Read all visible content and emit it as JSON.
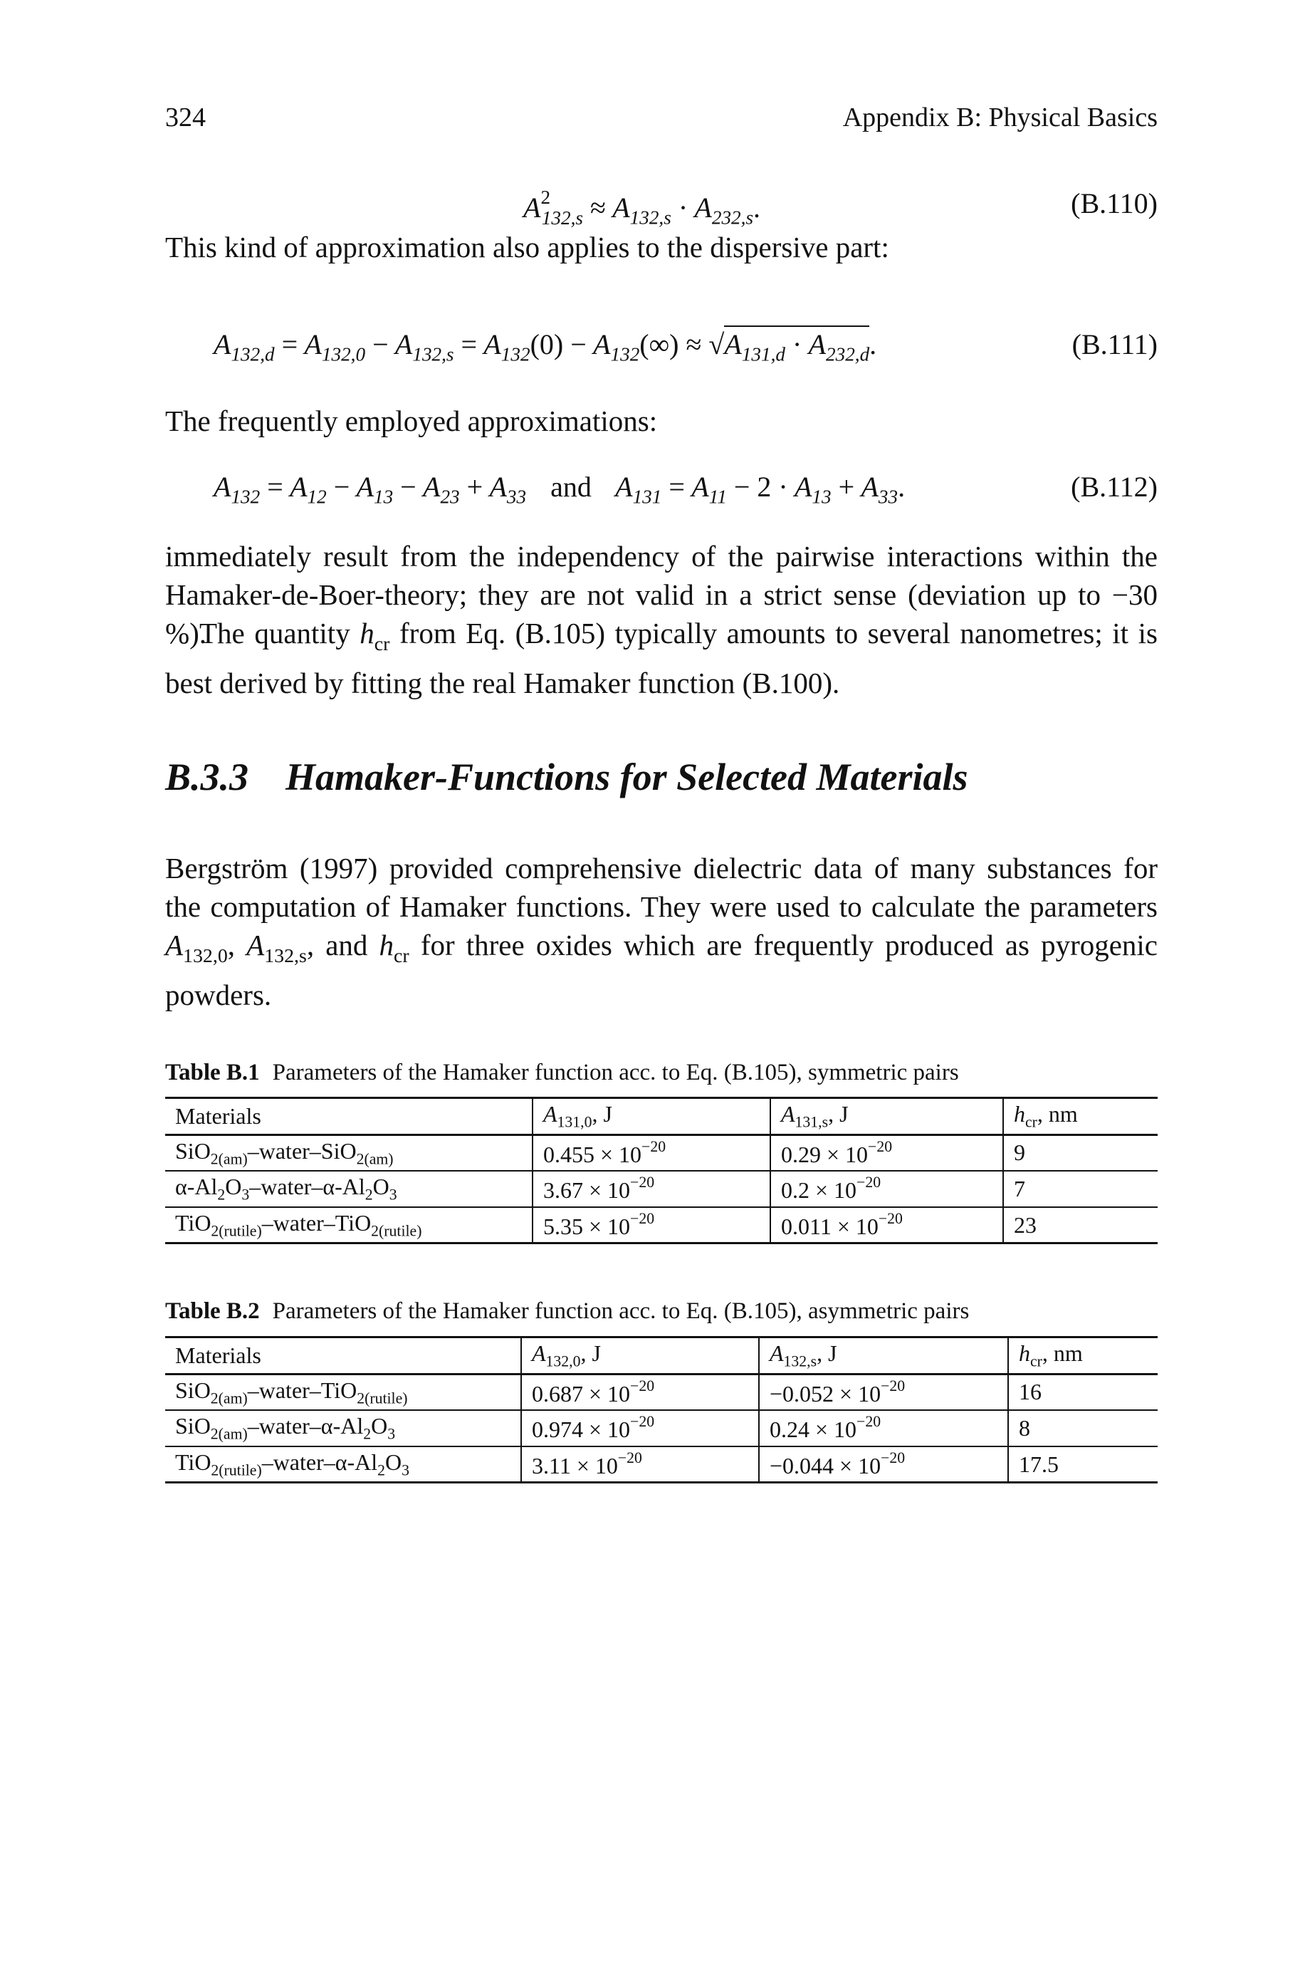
{
  "header": {
    "page_number": "324",
    "running_title": "Appendix B: Physical Basics"
  },
  "equations": {
    "b110": {
      "lhs": "A",
      "lhs_sup": "2",
      "lhs_sub": "132,s",
      "rel": "≈",
      "t1": "A",
      "t1_sub": "132,s",
      "dot": "·",
      "t2": "A",
      "t2_sub": "232,s",
      "end": ".",
      "label": "(B.110)"
    },
    "b111": {
      "a": "A",
      "a_sub": "132,d",
      "eq1": "=",
      "b": "A",
      "b_sub": "132,0",
      "minus1": "−",
      "c": "A",
      "c_sub": "132,s",
      "eq2": "=",
      "d": "A",
      "d_sub": "132",
      "d_arg": "(0)",
      "minus2": "−",
      "e": "A",
      "e_sub": "132",
      "e_arg": "(∞)",
      "approx": "≈",
      "root": "√",
      "f": "A",
      "f_sub": "131,d",
      "dot": "·",
      "g": "A",
      "g_sub": "232,d",
      "end": ".",
      "label": "(B.111)"
    },
    "b112": {
      "p1": "A",
      "p1_sub": "132",
      "eq1": "=",
      "p2": "A",
      "p2_sub": "12",
      "m1": "−",
      "p3": "A",
      "p3_sub": "13",
      "m2": "−",
      "p4": "A",
      "p4_sub": "23",
      "plus1": "+",
      "p5": "A",
      "p5_sub": "33",
      "and": "and",
      "q1": "A",
      "q1_sub": "131",
      "eq2": "=",
      "q2": "A",
      "q2_sub": "11",
      "m3": "−",
      "two": "2",
      "dot": "·",
      "q3": "A",
      "q3_sub": "13",
      "plus2": "+",
      "q4": "A",
      "q4_sub": "33",
      "end": ".",
      "label": "(B.112)"
    }
  },
  "paragraphs": {
    "p1": "This kind of approximation also applies to the dispersive part:",
    "p2": "The frequently employed approximations:",
    "p3": "immediately result from the independency of the pairwise interactions within the Hamaker-de-Boer-theory; they are not valid in a strict sense (deviation up to −30 %).",
    "p4_a": "The quantity ",
    "p4_h": "h",
    "p4_hsub": "cr",
    "p4_b": " from Eq. (B.105) typically amounts to several nanometres; it is best derived by fitting the real Hamaker function (B.100).",
    "p5_a": "Bergström (1997) provided comprehensive dielectric data of many substances for the computation of Hamaker functions. They were used to calculate the parameters ",
    "p5_A1": "A",
    "p5_A1sub": "132,0",
    "p5_sep1": ", ",
    "p5_A2": "A",
    "p5_A2sub": "132,s",
    "p5_sep2": ", and ",
    "p5_h": "h",
    "p5_hsub": "cr",
    "p5_b": " for three oxides which are frequently produced as pyrogenic powders."
  },
  "section": {
    "number": "B.3.3",
    "title": "Hamaker-Functions for Selected Materials"
  },
  "table1": {
    "caption_label": "Table B.1",
    "caption_text": "Parameters of the Hamaker function acc. to Eq. (B.105), symmetric pairs",
    "headers": [
      {
        "main": "Materials",
        "sub": "",
        "unit": ""
      },
      {
        "main": "A",
        "sub": "131,0",
        "unit": ", J"
      },
      {
        "main": "A",
        "sub": "131,s",
        "unit": ", J"
      },
      {
        "main": "h",
        "sub": "cr",
        "unit": ", nm"
      }
    ],
    "rows": [
      {
        "m1": "SiO",
        "s1": "2(am)",
        "m2": "–water–SiO",
        "s2": "2(am)",
        "m3": "",
        "s3": "",
        "a0": "0.455 × 10",
        "a0e": "−20",
        "as": "0.29 × 10",
        "ase": "−20",
        "h": "9"
      },
      {
        "m1": "α-Al",
        "s1": "2",
        "m2": "O",
        "s2": "3",
        "m3": "–water–α-Al",
        "s3": "2",
        "m4": "O",
        "s4": "3",
        "a0": "3.67 × 10",
        "a0e": "−20",
        "as": "0.2 × 10",
        "ase": "−20",
        "h": "7"
      },
      {
        "m1": "TiO",
        "s1": "2(rutile)",
        "m2": "–water–TiO",
        "s2": "2(rutile)",
        "m3": "",
        "s3": "",
        "a0": "5.35 × 10",
        "a0e": "−20",
        "as": "0.011 × 10",
        "ase": "−20",
        "h": "23"
      }
    ]
  },
  "table2": {
    "caption_label": "Table B.2",
    "caption_text": "Parameters of the Hamaker function acc. to Eq. (B.105), asymmetric pairs",
    "headers": [
      {
        "main": "Materials",
        "sub": "",
        "unit": ""
      },
      {
        "main": "A",
        "sub": "132,0",
        "unit": ", J"
      },
      {
        "main": "A",
        "sub": "132,s",
        "unit": ", J"
      },
      {
        "main": "h",
        "sub": "cr",
        "unit": ", nm"
      }
    ],
    "rows": [
      {
        "m1": "SiO",
        "s1": "2(am)",
        "m2": "–water–TiO",
        "s2": "2(rutile)",
        "m3": "",
        "s3": "",
        "a0": "0.687 × 10",
        "a0e": "−20",
        "as": "−0.052 × 10",
        "ase": "−20",
        "h": "16"
      },
      {
        "m1": "SiO",
        "s1": "2(am)",
        "m2": "–water–α-Al",
        "s2": "2",
        "m3": "O",
        "s3": "3",
        "a0": "0.974 × 10",
        "a0e": "−20",
        "as": "0.24 × 10",
        "ase": "−20",
        "h": "8"
      },
      {
        "m1": "TiO",
        "s1": "2(rutile)",
        "m2": "–water–α-Al",
        "s2": "2",
        "m3": "O",
        "s3": "3",
        "a0": "3.11 × 10",
        "a0e": "−20",
        "as": "−0.044 × 10",
        "ase": "−20",
        "h": "17.5"
      }
    ]
  }
}
